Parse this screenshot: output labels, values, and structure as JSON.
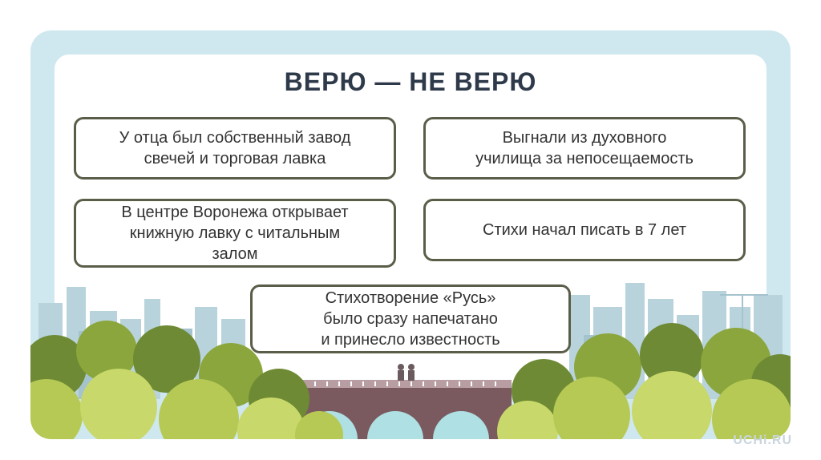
{
  "slide": {
    "title": "ВЕРЮ — НЕ ВЕРЮ",
    "cards": [
      {
        "text": "У отца был собственный завод\nсвечей и торговая лавка"
      },
      {
        "text": "Выгнали из духовного\nучилища за непосещаемость"
      },
      {
        "text": "В центре Воронежа открывает\nкнижную лавку с читальным\nзалом"
      },
      {
        "text": "Стихи начал писать в 7 лет"
      },
      {
        "text": "Стихотворение «Русь»\nбыло сразу напечатано\nи принесло известность"
      }
    ],
    "watermark": "UCHi.RU"
  },
  "colors": {
    "frame": "#cfe8ef",
    "card_border": "#5a5e48",
    "title": "#2e3a4a",
    "bridge": "#7a5a5e",
    "foliage_light": "#b6c954",
    "foliage_dark": "#6e8a34",
    "water": "#aee0e4"
  }
}
